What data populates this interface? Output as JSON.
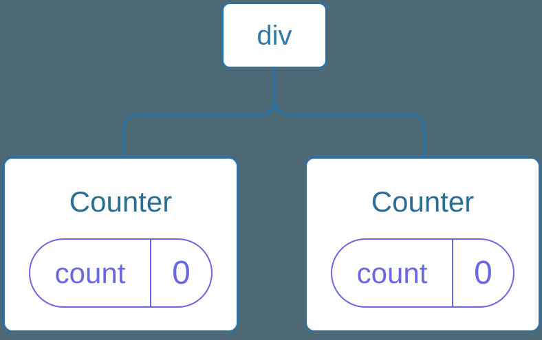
{
  "tree": {
    "root": {
      "label": "div"
    },
    "children": [
      {
        "title": "Counter",
        "state_key": "count",
        "state_value": "0"
      },
      {
        "title": "Counter",
        "state_key": "count",
        "state_value": "0"
      }
    ]
  },
  "colors": {
    "background": "#4d6975",
    "line_blue": "#2f71a0",
    "root_label": "#3279a8",
    "component_title": "#2b6d94",
    "state_purple": "#6a68e1",
    "card_bg": "#ffffff"
  }
}
